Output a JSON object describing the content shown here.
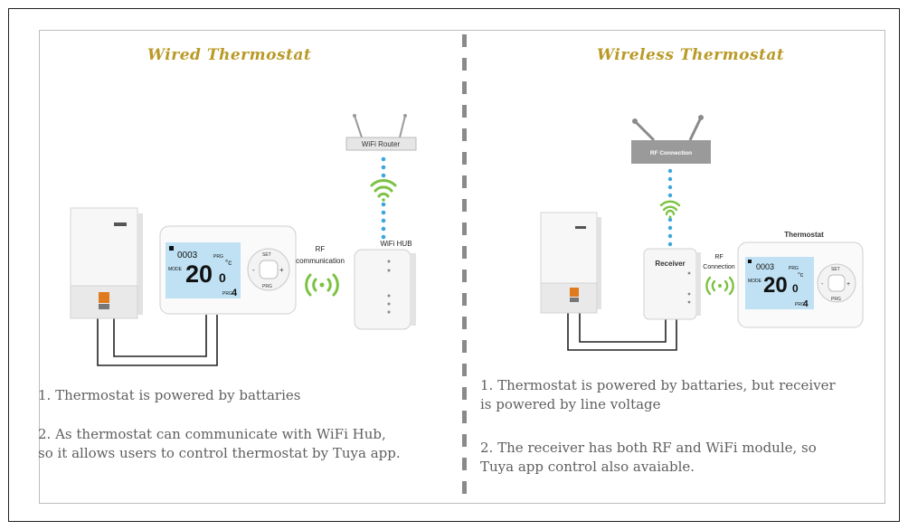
{
  "left": {
    "title": "Wired Thermostat",
    "router_label": "WiFi Router",
    "hub_label": "WiFi HUB",
    "rf_label_1": "RF",
    "rf_label_2": "communication",
    "note1": "1. Thermostat is powered by battaries",
    "note2_line1": "2. As thermostat can communicate with WiFi Hub,",
    "note2_line2": "so it allows users to control thermostat by Tuya app."
  },
  "right": {
    "title": "Wireless Thermostat",
    "rf_box_label": "RF Connection",
    "receiver_label": "Receiver",
    "rf_label_1": "RF",
    "rf_label_2": "Connection",
    "thermostat_label": "Thermostat",
    "note1_line1": "1. Thermostat is powered by battaries, but receiver",
    "note1_line2": "is powered by line voltage",
    "note2_line1": "2. The receiver has both RF and WiFi module, so",
    "note2_line2": "Tuya app control also avaiable."
  },
  "display": {
    "clock": "0003",
    "temp_big": "20",
    "temp_small": "0",
    "unit": "°c",
    "prg": "PRG",
    "prg_num": "4",
    "set": "SET",
    "mode": "MODE"
  },
  "colors": {
    "title": "#b99a27",
    "wifi_green": "#7cc242",
    "dot_blue": "#3aa6dd",
    "lcd": "#bfe1f3"
  }
}
